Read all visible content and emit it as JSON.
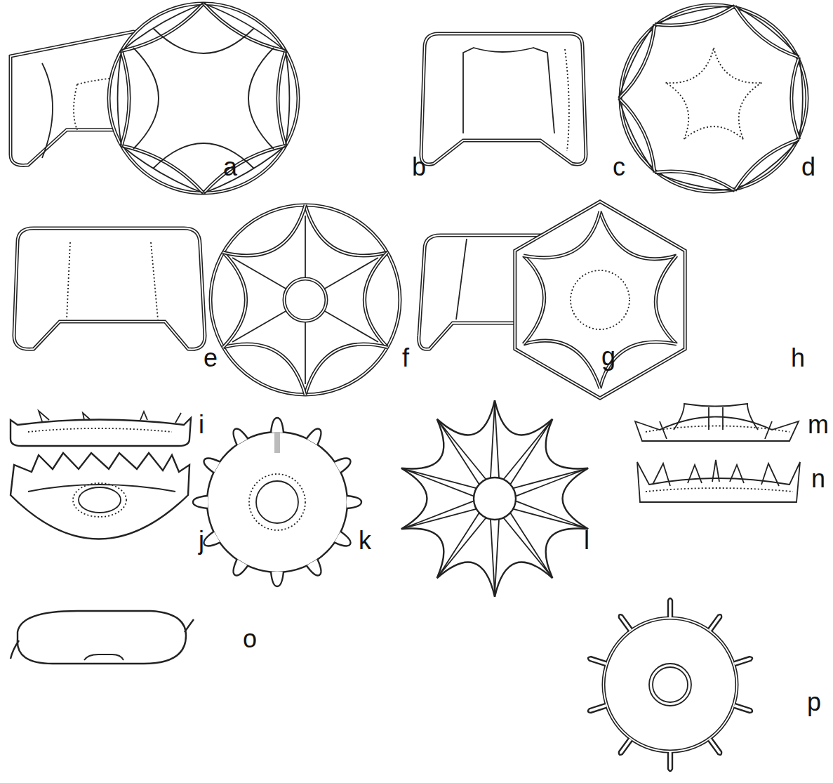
{
  "diagram": {
    "labels": [
      "a",
      "b",
      "c",
      "d",
      "e",
      "f",
      "g",
      "h",
      "i",
      "j",
      "k",
      "l",
      "m",
      "n",
      "o",
      "p"
    ]
  }
}
